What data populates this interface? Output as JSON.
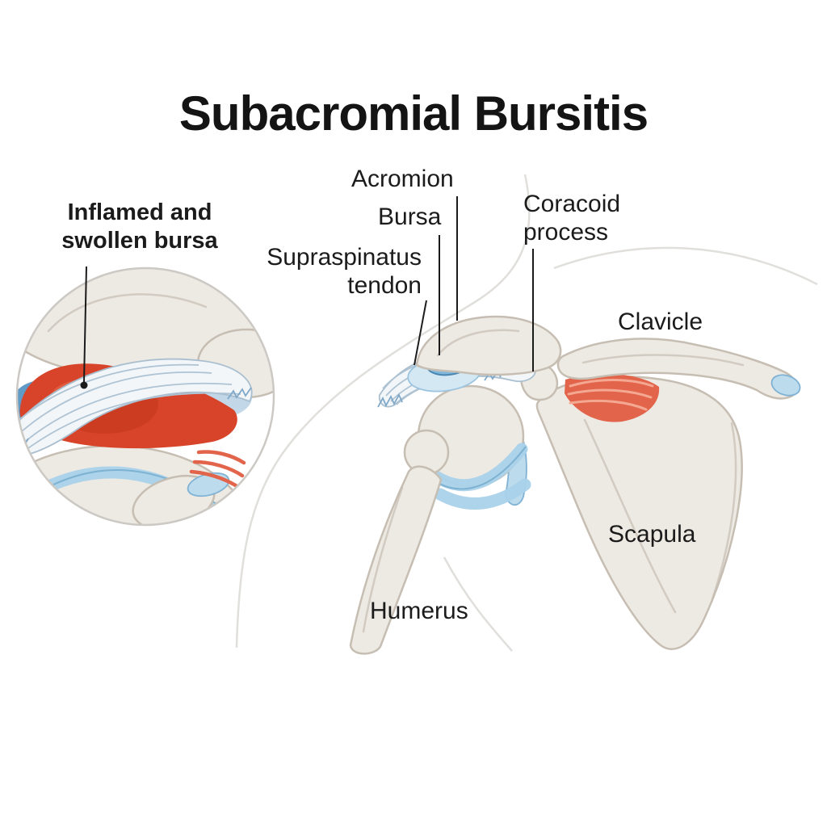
{
  "title": "Subacromial Bursitis",
  "inset": {
    "caption": "Inflamed and swollen bursa"
  },
  "labels": {
    "acromion": "Acromion",
    "bursa": "Bursa",
    "coracoid_process": "Coracoid process",
    "supraspinatus_tendon": "Supraspinatus tendon",
    "clavicle": "Clavicle",
    "scapula": "Scapula",
    "humerus": "Humerus"
  },
  "colors": {
    "bone": "#ede9e3",
    "bone_stroke": "#c6beb2",
    "cartilage_blue": "#bcdcee",
    "bursa_blue": "#7db7dd",
    "inflamed_red": "#d7442a",
    "muscle_red": "#e2644a",
    "label_text": "#1b1b1b"
  }
}
